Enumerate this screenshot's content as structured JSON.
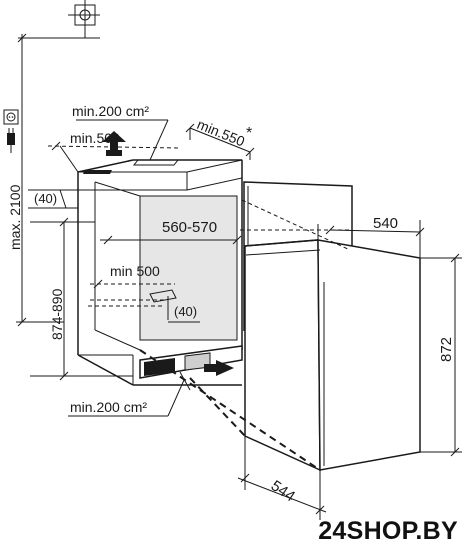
{
  "labels": {
    "max_height": "max. 2100",
    "vent_top": "min.200 cm²",
    "depth_top": "min.550",
    "depth_star": "*",
    "width_top": "min.500",
    "offset_top": "(40)",
    "inner_width": "560-570",
    "inner_depth": "min 500",
    "offset_inner": "(40)",
    "niche_height": "874-890",
    "vent_bottom": "min.200 cm²",
    "appliance_width": "540",
    "appliance_height": "872",
    "appliance_depth": "544"
  },
  "brand": {
    "watermark": "24SHOP.BY"
  },
  "icons": [
    "power-plug-icon",
    "socket-icon",
    "crosshair-icon",
    "arrow-up-icon",
    "arrow-in-icon"
  ]
}
